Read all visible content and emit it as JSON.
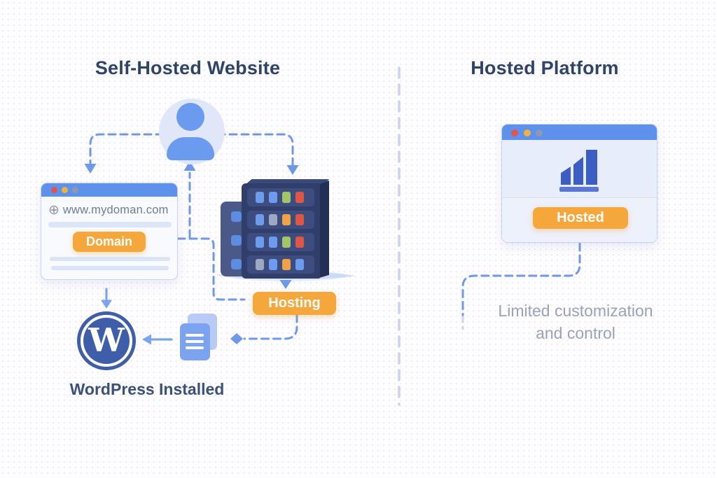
{
  "titles": {
    "left": "Self-Hosted Website",
    "right": "Hosted Platform"
  },
  "left_browser": {
    "globe_icon": "⊕",
    "url": "www.mydoman.com",
    "domain_button": "Domain"
  },
  "hosting": {
    "button": "Hosting"
  },
  "wordpress": {
    "logo_letter": "W",
    "label": "WordPress Installed"
  },
  "right_browser": {
    "hosted_button": "Hosted"
  },
  "caption": {
    "line1": "Limited customization",
    "line2": "and control"
  },
  "colors": {
    "accent_orange": "#f6a73c",
    "browser_blue": "#5e91ec",
    "server_navy": "#2f3e6a",
    "title_text": "#2e4568",
    "muted_text": "#9aa3b8",
    "dashed_line": "#6d99e8"
  }
}
